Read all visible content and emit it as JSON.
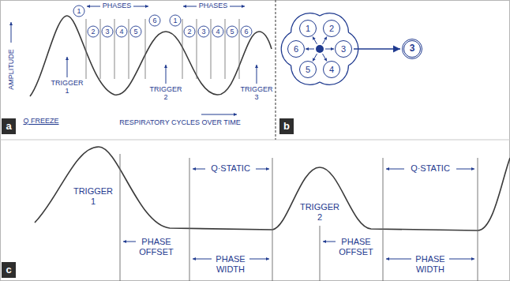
{
  "diagram": {
    "nodes": [
      {
        "text": [
          "a"
        ]
      },
      {
        "text": [
          "b"
        ]
      },
      {
        "text": [
          "1"
        ]
      },
      {
        "text": [
          "2"
        ]
      },
      {
        "text": [
          "3"
        ]
      },
      {
        "text": [
          "4"
        ]
      },
      {
        "text": [
          "5"
        ]
      },
      {
        "text": [
          "6"
        ]
      },
      {
        "text": [
          "3"
        ]
      },
      {
        "text": [
          "c"
        ]
      }
    ],
    "edges": [
      {
        "from": 4,
        "to": 8,
        "arrow": "to"
      }
    ],
    "labels": [
      "PHASES",
      "PHASES",
      "AMPLITUDE",
      "1",
      "2",
      "3",
      "4",
      "5",
      "6",
      "1",
      "2",
      "3",
      "4",
      "5",
      "6",
      "TRIGGER 1",
      "TRIGGER 2",
      "TRIGGER 3",
      "Q FREEZE",
      "RESPIRATORY CYCLES OVER TIME",
      "TRIGGER 1",
      "Q·STATIC",
      "TRIGGER 2",
      "Q·STATIC",
      "PHASE OFFSET",
      "PHASE WIDTH",
      "PHASE OFFSET",
      "PHASE WIDTH"
    ]
  }
}
